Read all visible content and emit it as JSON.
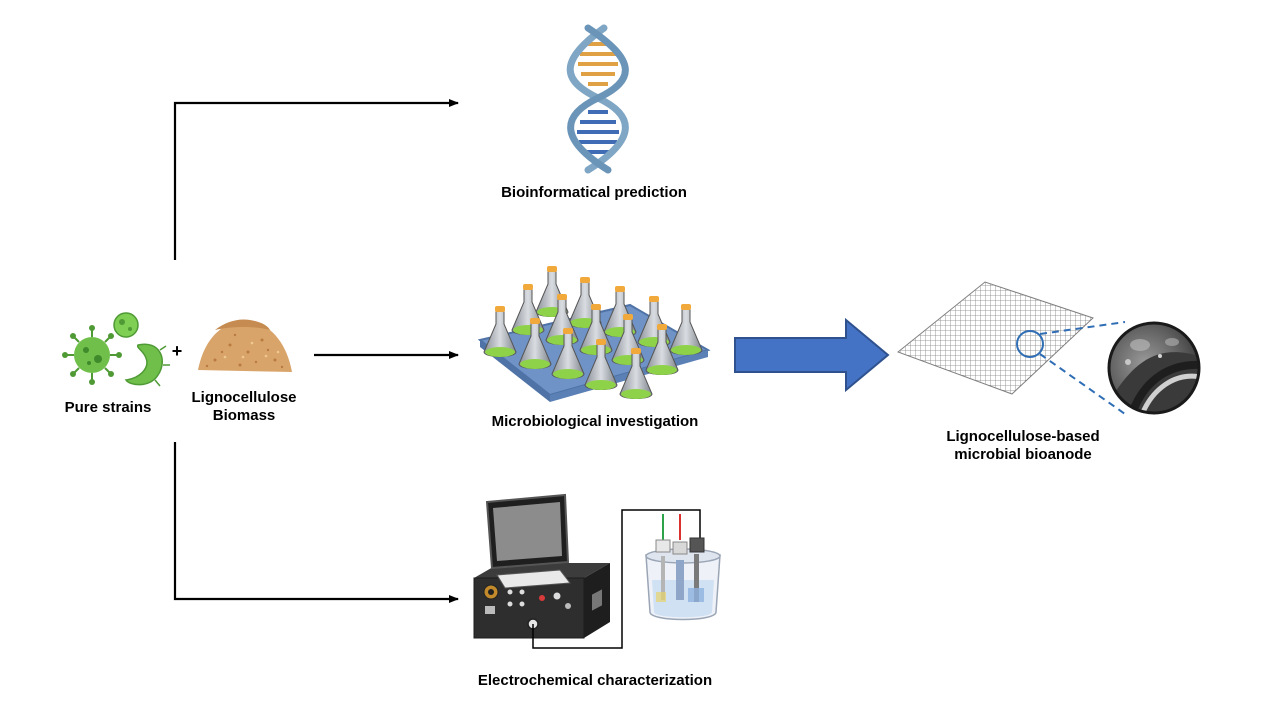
{
  "labels": {
    "pure_strains": "Pure strains",
    "plus": "+",
    "biomass_line1": "Lignocellulose",
    "biomass_line2": "Biomass",
    "bioinformatical": "Bioinformatical prediction",
    "microbiological": "Microbiological investigation",
    "electrochemical": "Electrochemical characterization",
    "bioanode_line1": "Lignocellulose-based",
    "bioanode_line2": "microbial bioanode"
  },
  "colors": {
    "arrow_line": "#000000",
    "big_arrow_fill": "#4472c4",
    "big_arrow_stroke": "#2f528f",
    "microbe_green": "#6fbf4a",
    "flask_cap": "#f2a93b",
    "medium_green": "#8ed24a",
    "dna_orange": "#e0a044",
    "dna_blue": "#3f6cb5",
    "dna_backbone": "#7fa6c4",
    "biomass": "#d9a46a",
    "zoom_dash": "#2f6eb5"
  },
  "icons": {
    "microbes": "microbe-cluster-icon",
    "biomass": "sawdust-pile-icon",
    "dna": "dna-helix-icon",
    "flasks": "flask-tray-icon",
    "mesh": "carbon-mesh-icon",
    "sem": "sem-zoom-icon",
    "potentiostat": "potentiostat-icon",
    "cell": "electrochemical-cell-icon"
  }
}
